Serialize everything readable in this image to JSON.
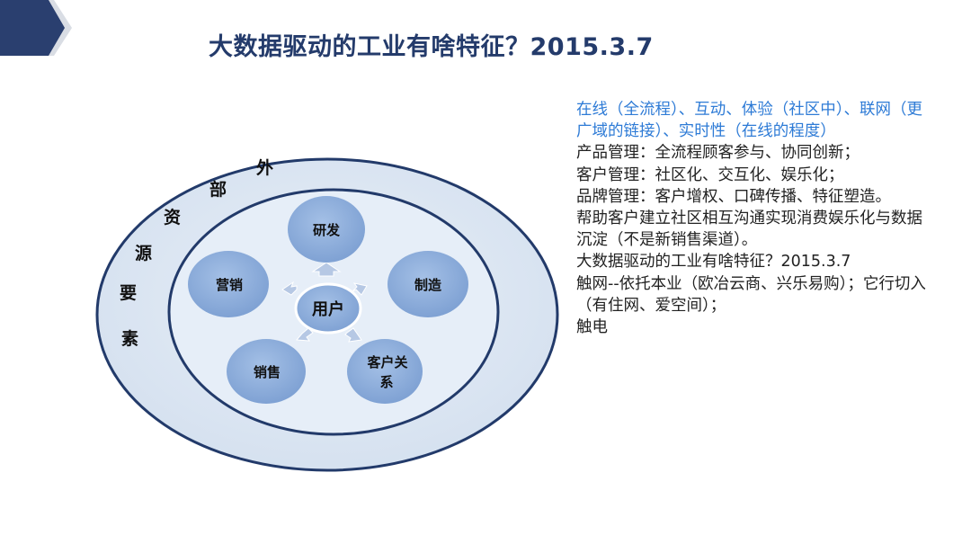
{
  "title": "大数据驱动的工业有啥特征？2015.3.7",
  "diagram": {
    "outer_chars": [
      "外",
      "部",
      "资",
      "源",
      "要",
      "素"
    ],
    "center": "用户",
    "nodes": {
      "rd": "研发",
      "manufacturing": "制造",
      "crm_line1": "客户关",
      "crm_line2": "系",
      "sales": "销售",
      "marketing": "营销"
    }
  },
  "notes": {
    "highlight": "在线（全流程）、互动、体验（社区中）、联网（更广域的链接）、实时性（在线的程度）",
    "lines": [
      "产品管理：全流程顾客参与、协同创新；",
      "客户管理：社区化、交互化、娱乐化；",
      "品牌管理：客户增权、口碑传播、特征塑造。",
      "帮助客户建立社区相互沟通实现消费娱乐化与数据沉淀（不是新销售渠道）。",
      "大数据驱动的工业有啥特征？2015.3.7",
      "触网--依托本业（欧冶云商、兴乐易购）；它行切入（有住网、爱空间）；",
      "触电"
    ]
  },
  "colors": {
    "title": "#243b6b",
    "highlight_text": "#2e7bd6",
    "ring_fill": "#dde7f3",
    "ring_stroke": "#223a6a",
    "node_fill": "#8eaedb",
    "flag": "#2a3f6f"
  }
}
